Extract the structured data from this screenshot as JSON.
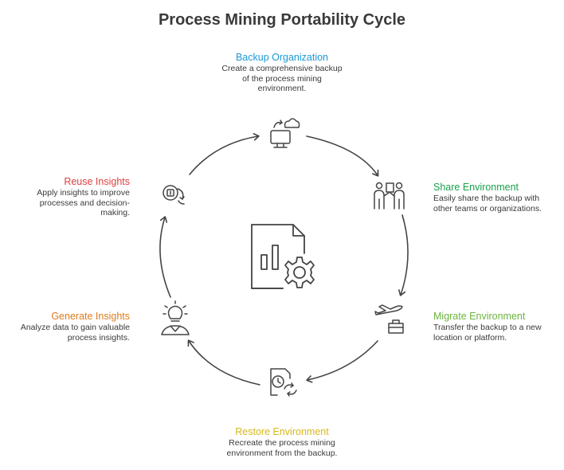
{
  "title": "Process Mining Portability Cycle",
  "steps": [
    {
      "title": "Backup Organization",
      "description": "Create a comprehensive backup of the process mining environment.",
      "color": "#1a9ad6",
      "icon": "computer-cloud-sync-icon"
    },
    {
      "title": "Share Environment",
      "description": "Easily share the backup with other teams or organizations.",
      "color": "#1aa04a",
      "icon": "people-sharing-icon"
    },
    {
      "title": "Migrate Environment",
      "description": "Transfer the backup to a new location or platform.",
      "color": "#6db33f",
      "icon": "airplane-briefcase-icon"
    },
    {
      "title": "Restore Environment",
      "description": "Recreate the process mining environment from the backup.",
      "color": "#d6b91a",
      "icon": "document-clock-restore-icon"
    },
    {
      "title": "Generate Insights",
      "description": "Analyze data to gain valuable process insights.",
      "color": "#e07b1a",
      "icon": "lightbulb-person-icon"
    },
    {
      "title": "Reuse Insights",
      "description": "Apply insights to improve processes and decision-making.",
      "color": "#e04040",
      "icon": "reuse-cycle-icon"
    }
  ],
  "center_icon": "report-chart-gear-icon"
}
